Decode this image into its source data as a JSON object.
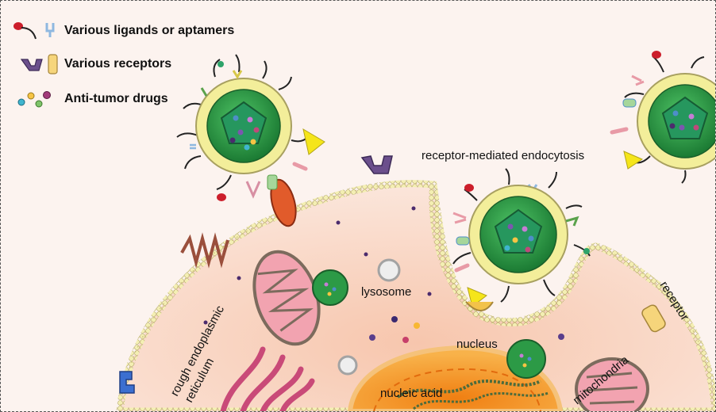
{
  "legend": {
    "ligands": "Various ligands or aptamers",
    "receptors": "Various receptors",
    "drugs": "Anti-tumor drugs"
  },
  "labels": {
    "endocytosis": "receptor-mediated endocytosis",
    "lysosome": "lysosome",
    "nucleus": "nucleus",
    "nucleic_acid": "nucleic acid",
    "mitochondria": "mitochondria",
    "receptor": "receptor",
    "er_line1": "rough endoplasmic",
    "er_line2": "reticulum"
  },
  "colors": {
    "background": "#fcf3ef",
    "cell": "#f6d2bf",
    "membrane_bead": "#f4efb3",
    "nanoparticle_core": "#2c9a46",
    "nanoparticle_shell": "#f3ee9a",
    "nucleus": "#f59b2e",
    "mitochondrion": "#f1a0ad",
    "golgi": "#c94a78"
  },
  "icons": [
    "ligand-icon",
    "aptamer-icon",
    "receptor-cup-icon",
    "receptor-rod-icon",
    "drug-molecules-icon",
    "nanoparticle-icon"
  ]
}
